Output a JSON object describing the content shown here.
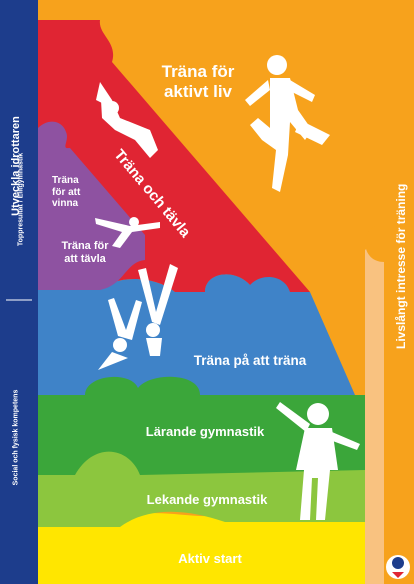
{
  "poster": {
    "levels": {
      "aktivt_liv": "Träna för\naktivt liv",
      "trana_och_tavla": "Träna och tävla",
      "trana_for_att_vinna": "Träna\nför att\nvinna",
      "trana_for_att_tavla": "Träna för\natt tävla",
      "trana_pa_att_trana": "Träna på att träna",
      "larande": "Lärande gymnastik",
      "lekande": "Lekande gymnastik",
      "aktiv_start": "Aktiv start"
    },
    "left_bar": {
      "top": "Utveckla idrottaren",
      "top_sub": "Toppresultat / Elitgymnastik",
      "bottom": "Social och fysisk kompetens"
    },
    "right_bar": {
      "title": "Livslångt intresse för träning"
    },
    "logo_icon": "gymnastics-federation-logo",
    "colors": {
      "navy": "#1d3d8c",
      "orange": "#f7a21c",
      "yellow": "#ffe600",
      "light_green": "#8cc63e",
      "green": "#3ba63a",
      "blue": "#3f83c8",
      "red": "#e02533",
      "purple": "#8e52a1",
      "peach": "#f8c58c"
    }
  }
}
